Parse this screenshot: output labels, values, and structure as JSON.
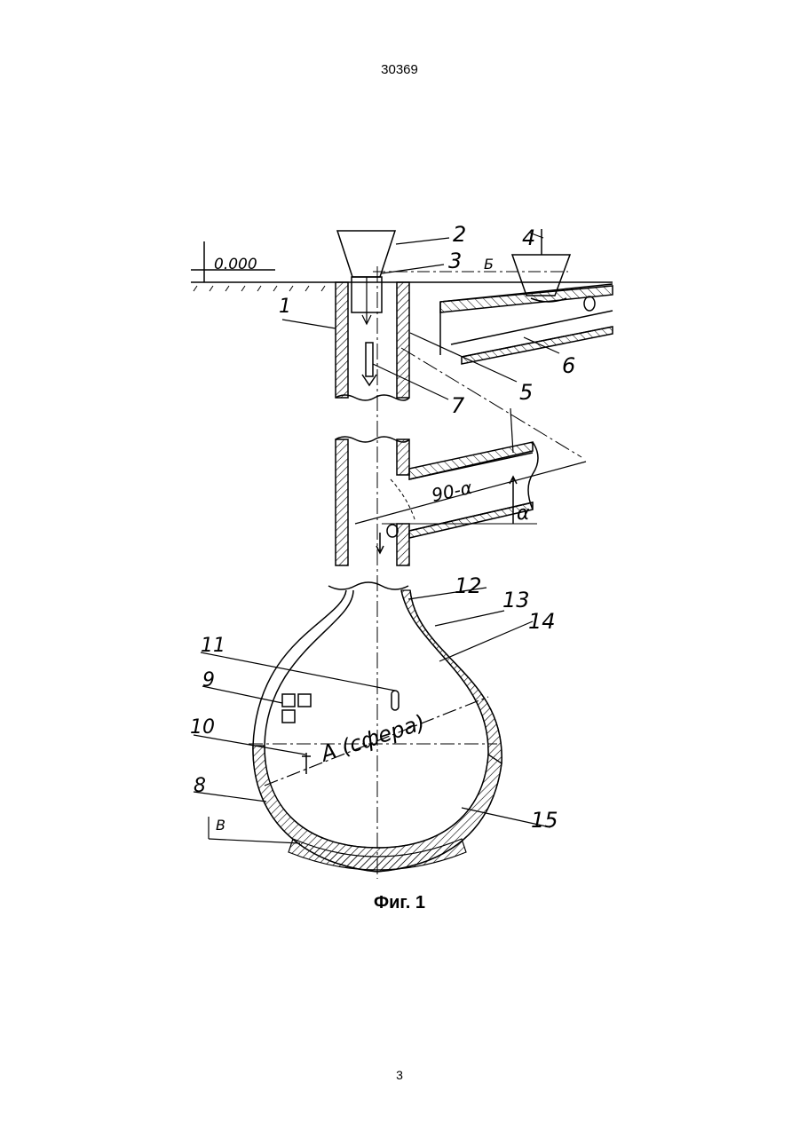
{
  "header": {
    "doc_number": "30369"
  },
  "figure": {
    "caption": "Фиг. 1",
    "ground_level": "0.000",
    "section_b": "Б",
    "section_v": "В",
    "angle_label": "90-α",
    "alpha_label": "α",
    "dimension_label": "A (сфера)",
    "refs": [
      "1",
      "2",
      "3",
      "4",
      "5",
      "5",
      "6",
      "7",
      "8",
      "9",
      "10",
      "11",
      "12",
      "13",
      "14",
      "15"
    ]
  },
  "footer": {
    "page_number": "3"
  }
}
